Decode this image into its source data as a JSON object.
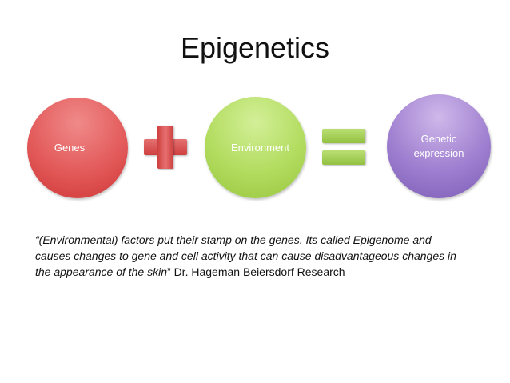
{
  "slide": {
    "title": "Epigenetics"
  },
  "diagram": {
    "nodes": [
      {
        "id": "genes",
        "label": "Genes",
        "color": "#e35a5a"
      },
      {
        "id": "environment",
        "label": "Environment",
        "color": "#b2dc5f"
      },
      {
        "id": "genetic_expression",
        "label_line1": "Genetic",
        "label_line2": "expression",
        "color": "#9f7fd0"
      }
    ],
    "operators": [
      {
        "symbol": "plus",
        "color": "#d94b4b"
      },
      {
        "symbol": "equals",
        "color": "#a6d05a"
      }
    ]
  },
  "quote": {
    "text_italic": "“(Environmental) factors put their stamp on the genes. Its called Epigenome and causes changes to gene and cell activity that can cause disadvantageous changes in the appearance of the skin",
    "text_close": "” Dr. Hageman Beiersdorf Research"
  }
}
